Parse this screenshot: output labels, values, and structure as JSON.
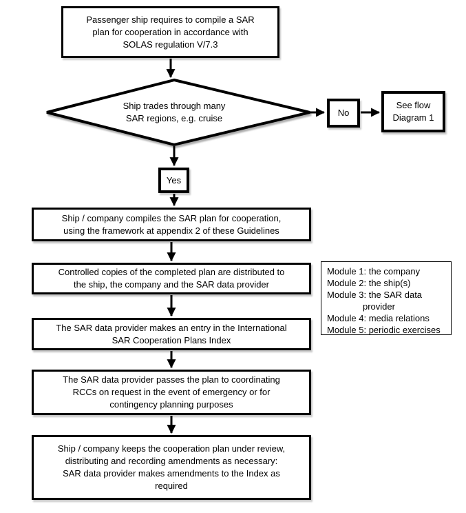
{
  "colors": {
    "line": "#000000",
    "text": "#000000",
    "box_background": "#ffffff",
    "page_background": "#ffffff"
  },
  "flowchart": {
    "start": {
      "text": "Passenger ship requires to compile a SAR\nplan for cooperation in accordance with\nSOLAS regulation V/7.3"
    },
    "decision": {
      "text": "Ship trades through many\nSAR regions, e.g. cruise"
    },
    "no": {
      "label": "No"
    },
    "see_flow": {
      "text": "See flow\nDiagram 1"
    },
    "yes": {
      "label": "Yes"
    },
    "steps": [
      {
        "text": "Ship / company compiles the SAR plan for cooperation,\nusing the framework at appendix 2 of these Guidelines"
      },
      {
        "text": "Controlled copies of the completed plan are distributed to\nthe ship, the company and the SAR data provider"
      },
      {
        "text": "The SAR data provider makes an entry in the International\nSAR Cooperation Plans Index"
      },
      {
        "text": "The SAR data provider passes the plan to coordinating\nRCCs on request in the event of emergency or for\ncontingency planning purposes"
      },
      {
        "text": "Ship / company keeps the cooperation plan under review,\ndistributing and recording amendments as necessary:\nSAR data provider makes amendments to the Index as\nrequired"
      }
    ],
    "modules": {
      "lines": [
        "Module 1: the company",
        "Module 2: the ship(s)",
        "Module 3: the SAR data",
        "provider",
        "Module 4: media relations",
        "Module 5: periodic exercises"
      ]
    }
  }
}
